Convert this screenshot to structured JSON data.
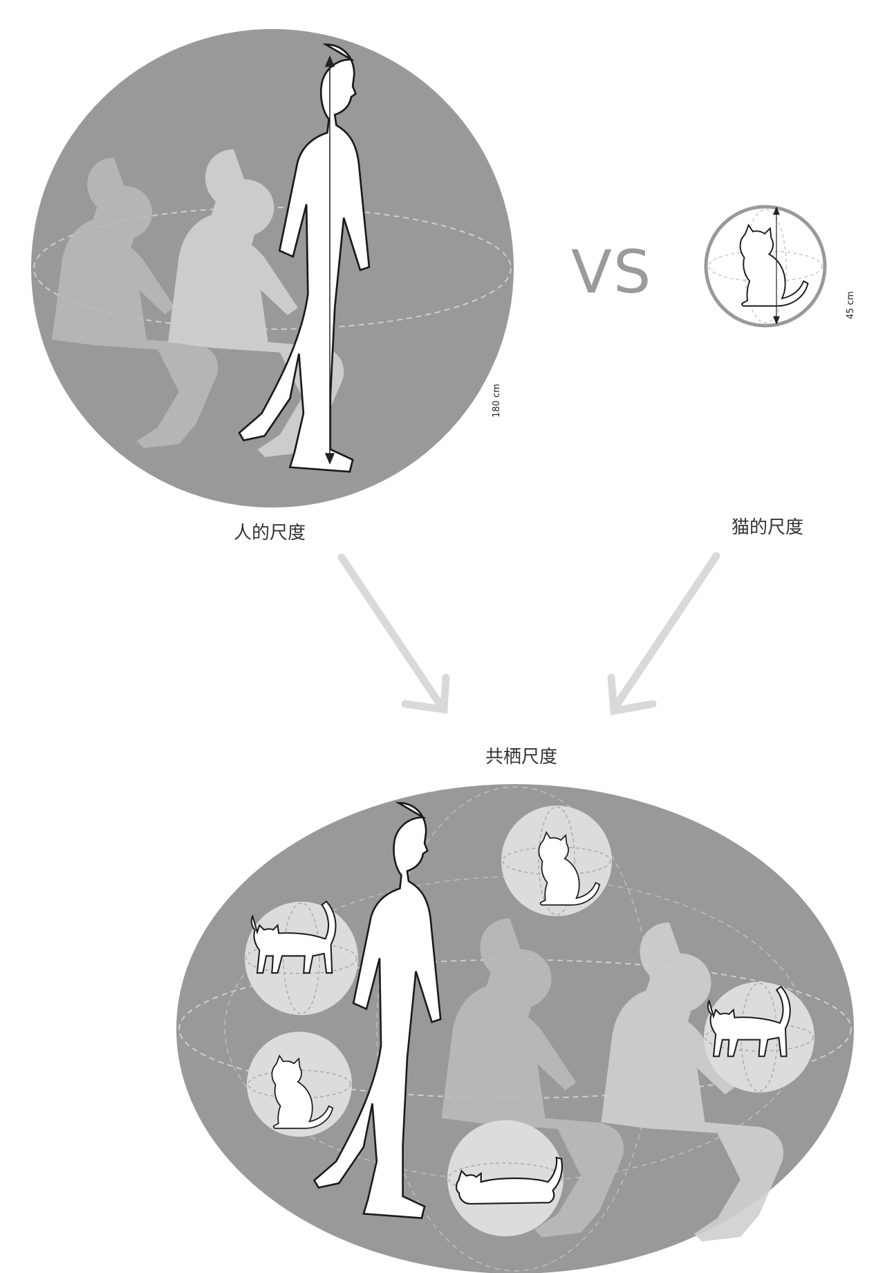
{
  "labels": {
    "vs": "VS",
    "human_scale": "人的尺度",
    "cat_scale": "猫的尺度",
    "shared_scale": "共栖尺度",
    "human_height": "180 cm",
    "cat_height": "45 cm"
  },
  "colors": {
    "disc": "#999999",
    "silhouette_white": "#ffffff",
    "ghost_light": "#d4d4d4",
    "ghost_mid": "#bdbdbd",
    "bubble": "#dcdcdc",
    "arrow": "#d9d9d9",
    "dash": "#d0d0d0"
  }
}
